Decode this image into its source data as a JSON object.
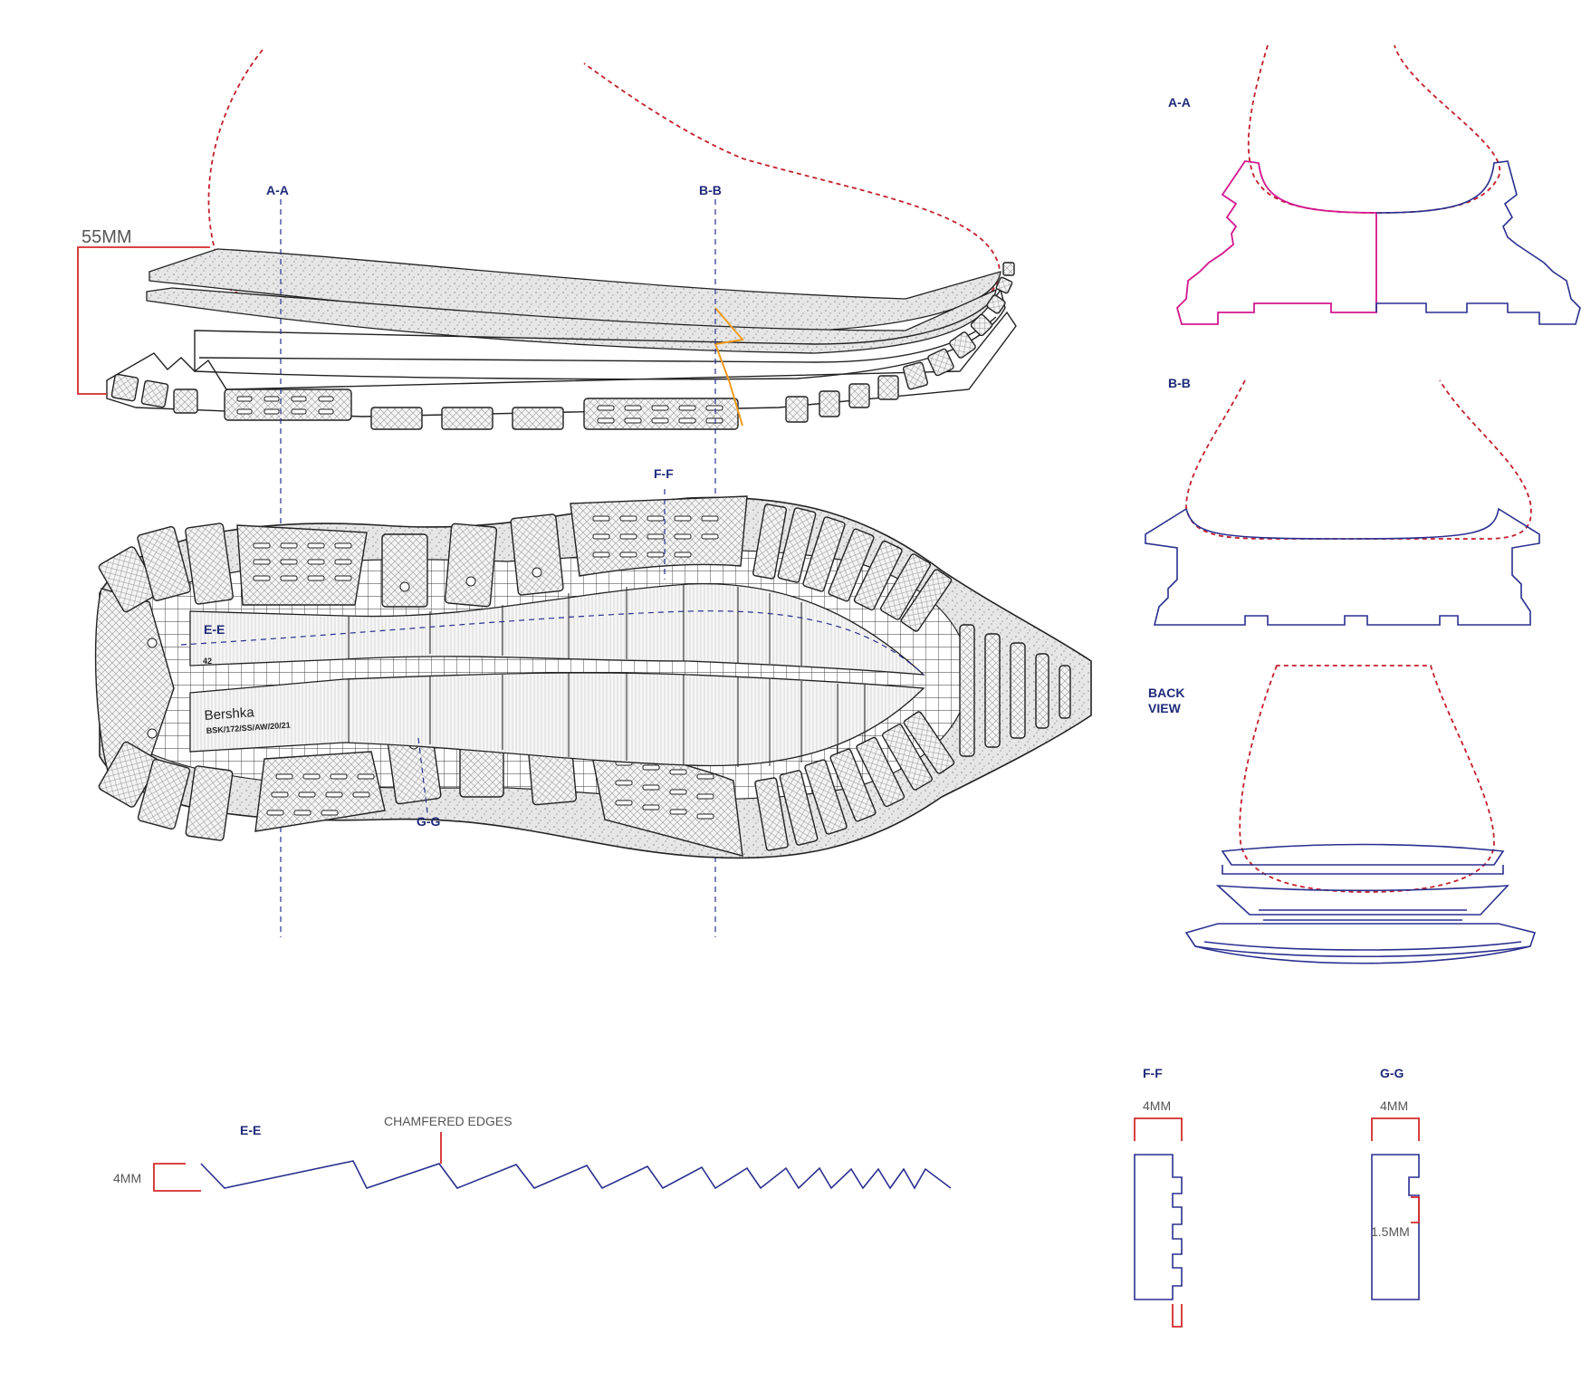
{
  "labels": {
    "aa_side": "A-A",
    "bb_side": "B-B",
    "height_dim": "55MM",
    "ff_sole": "F-F",
    "ee_sole": "E-E",
    "gg_sole": "G-G",
    "size": "42",
    "brand": "Bershka",
    "code": "BSK/172/SS/AW/20/21",
    "aa_section": "A-A",
    "bb_section": "B-B",
    "back_view_1": "BACK",
    "back_view_2": "VIEW",
    "ee_section": "E-E",
    "chamfer": "CHAMFERED EDGES",
    "ee_dim": "4MM",
    "ff_section": "F-F",
    "ff_dim": "4MM",
    "gg_section": "G-G",
    "gg_dim": "4MM",
    "gg_dim2": "1.5MM"
  },
  "colors": {
    "section_line": "#2a2f8f",
    "dimension": "#d42a2a",
    "foot_outline": "#c21f2a",
    "highlight": "#d4168e",
    "cut_line": "#f29a1e"
  }
}
